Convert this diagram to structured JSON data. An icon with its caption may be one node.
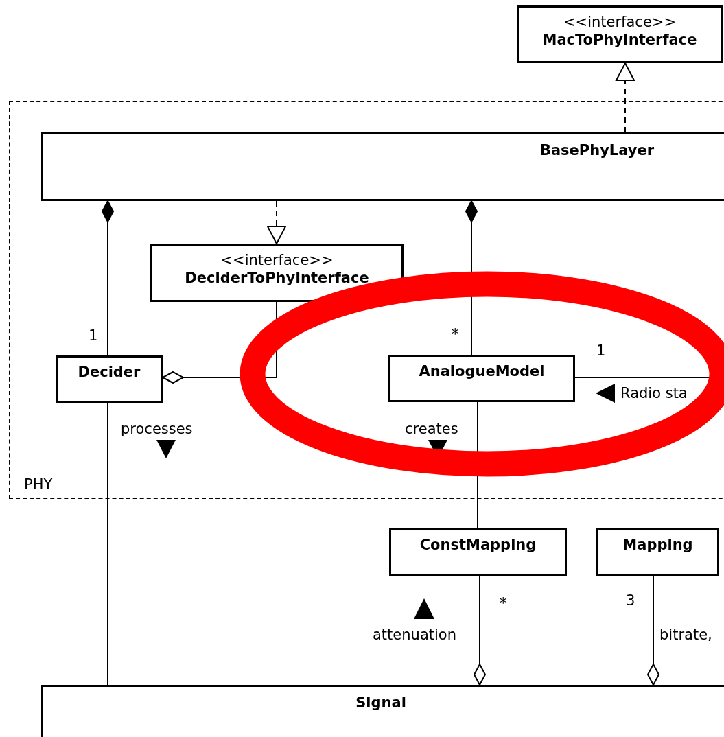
{
  "diagram": {
    "nodes": [
      {
        "text": [
          "<<interface>>",
          "MacToPhyInterface"
        ]
      },
      {
        "text": [
          "PHY"
        ]
      },
      {
        "text": [
          "BasePhyLayer"
        ],
        "in": 1
      },
      {
        "text": [
          "<<interface>>",
          "DeciderToPhyInterface"
        ],
        "in": 1
      },
      {
        "text": [
          "Decider"
        ],
        "in": 1
      },
      {
        "text": [
          "AnalogueModel"
        ],
        "in": 1
      },
      {
        "text": [
          "ConstMapping"
        ]
      },
      {
        "text": [
          "Mapping"
        ]
      },
      {
        "text": [
          "Signal"
        ]
      }
    ],
    "edges": [
      {
        "from": 2,
        "to": 0,
        "arrow": "to",
        "style": "dashed"
      },
      {
        "from": 2,
        "to": 3,
        "arrow": "to",
        "style": "dashed"
      },
      {
        "from": 2,
        "to": 4,
        "arrow": "other"
      },
      {
        "from": 2,
        "to": 5,
        "arrow": "other"
      },
      {
        "from": 4,
        "to": 3,
        "arrow": "other"
      },
      {
        "from": 5,
        "to": null,
        "arrow": "none",
        "label": "Radio sta"
      },
      {
        "from": 4,
        "to": 8,
        "arrow": "none",
        "label": "processes"
      },
      {
        "from": 5,
        "to": 6,
        "arrow": "none",
        "label": "creates"
      },
      {
        "from": 6,
        "to": 8,
        "arrow": "other",
        "label": "attenuation"
      },
      {
        "from": 7,
        "to": 8,
        "arrow": "other",
        "label": "bitrate,"
      }
    ],
    "labels": [
      "1",
      "*",
      "1",
      "*",
      "3"
    ]
  }
}
